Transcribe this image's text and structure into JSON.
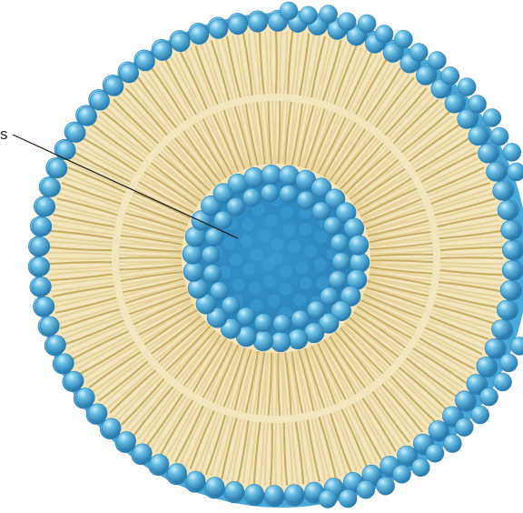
{
  "diagram": {
    "callout_text": "s",
    "colors": {
      "head": "#49a9d8",
      "head_dark": "#2a83b8",
      "head_light": "#a8dcf3",
      "core": "#2f8fc6",
      "tail": "#e8d39a",
      "tail_line": "#c9ad63",
      "tail_bg": "#f3e6bf",
      "leader": "#1a1a1a"
    },
    "icons": [
      "lipid-head-sphere",
      "lipid-tail"
    ]
  }
}
